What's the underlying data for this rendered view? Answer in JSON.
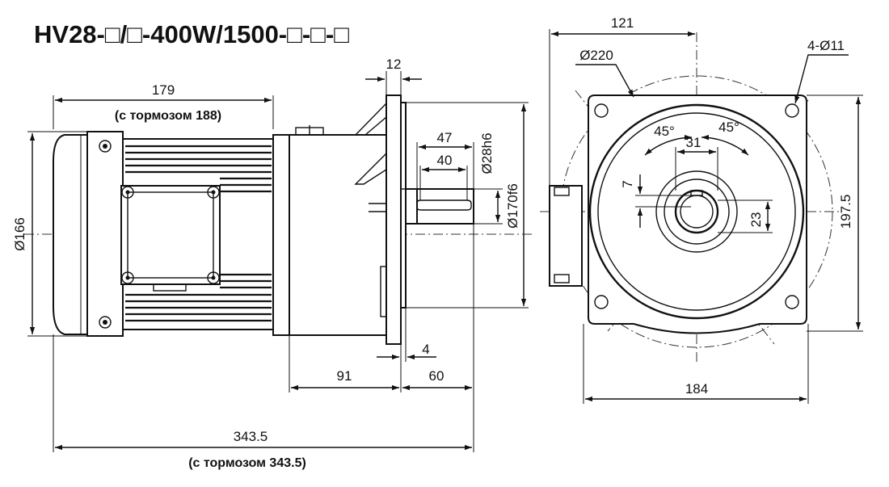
{
  "title": "HV28-□/□-400W/1500-□-□-□",
  "side_view": {
    "dims": {
      "motor_length": "179",
      "motor_length_brake_note": "(с тормозом 188)",
      "flange_thickness": "12",
      "motor_diameter": "Ø166",
      "shaft_length": "47",
      "key_length": "40",
      "shaft_diameter": "Ø28h6",
      "pilot_diameter": "Ø170f6",
      "gear_length": "91",
      "output_length": "60",
      "flange_gap": "4",
      "total_length": "343.5",
      "total_length_brake_note": "(с тормозом 343.5)"
    }
  },
  "front_view": {
    "dims": {
      "center_offset": "121",
      "pcd": "Ø220",
      "bolt_holes": "4-Ø11",
      "angle_left": "45°",
      "angle_right": "45°",
      "shaft_key_height": "31",
      "key_width": "7",
      "shaft_offset": "23",
      "flange_height": "197.5",
      "flange_width": "184"
    }
  }
}
